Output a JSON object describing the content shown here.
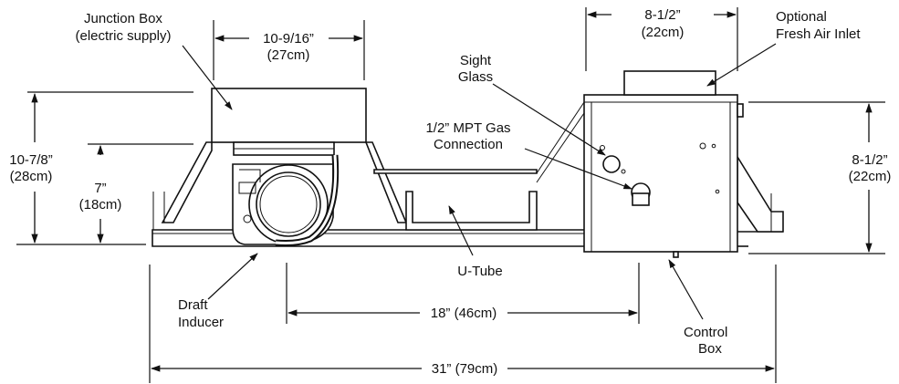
{
  "labels": {
    "junction_box_1": "Junction Box",
    "junction_box_2": "(electric supply)",
    "sight_glass_1": "Sight",
    "sight_glass_2": "Glass",
    "gas_conn_1": "1/2” MPT Gas",
    "gas_conn_2": "Connection",
    "fresh_air_1": "Optional",
    "fresh_air_2": "Fresh Air Inlet",
    "utube": "U-Tube",
    "draft_1": "Draft",
    "draft_2": "Inducer",
    "control_1": "Control",
    "control_2": "Box"
  },
  "dimensions": {
    "jbox_width_1": "10-9/16”",
    "jbox_width_2": "(27cm)",
    "control_width_1": "8-1/2”",
    "control_width_2": "(22cm)",
    "overall_height_1": "10-7/8”",
    "overall_height_2": "(28cm)",
    "inducer_height_1": "7”",
    "inducer_height_2": "(18cm)",
    "control_height_1": "8-1/2”",
    "control_height_2": "(22cm)",
    "center_spacing": "18” (46cm)",
    "overall_length": "31” (79cm)"
  }
}
